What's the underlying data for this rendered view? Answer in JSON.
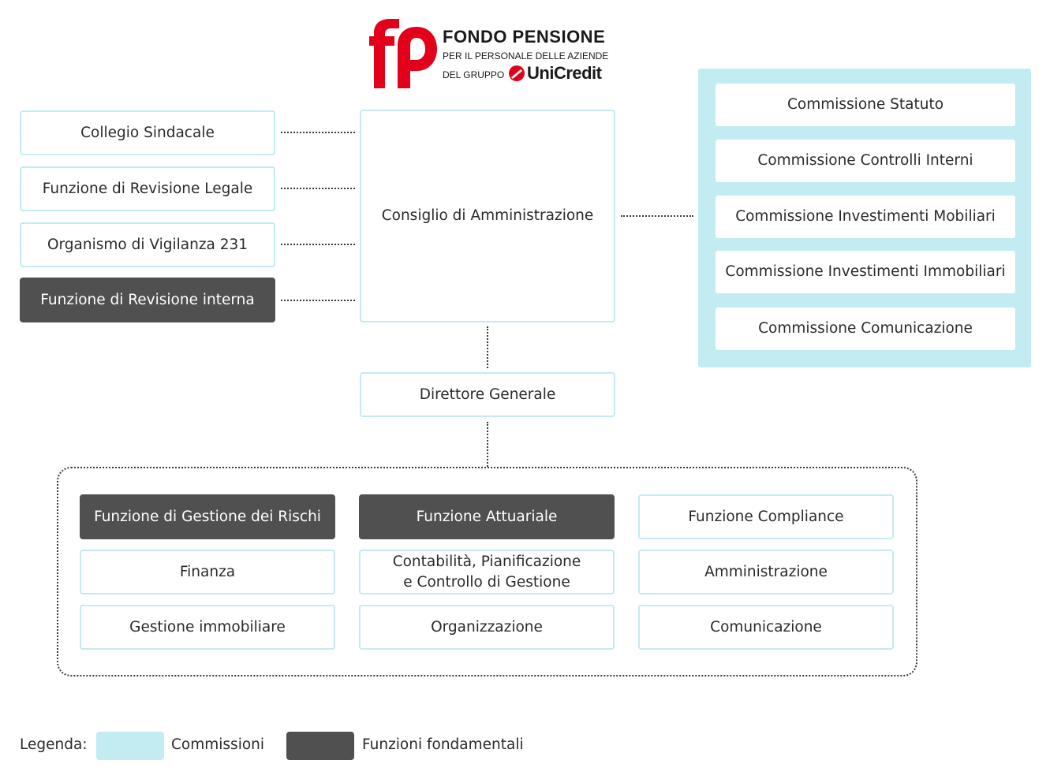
{
  "logo": {
    "title": "FONDO PENSIONE",
    "subtitle": "PER IL PERSONALE DELLE AZIENDE",
    "group_prefix": "DEL GRUPPO",
    "brand": "UniCredit",
    "colors": {
      "red": "#e2001a",
      "text": "#1a1a1a"
    }
  },
  "left_column": [
    {
      "label": "Collegio Sindacale",
      "style": "normal"
    },
    {
      "label": "Funzione di Revisione Legale",
      "style": "normal"
    },
    {
      "label": "Organismo di Vigilanza 231",
      "style": "normal"
    },
    {
      "label": "Funzione di Revisione interna",
      "style": "dark"
    }
  ],
  "board": {
    "label": "Consiglio di Amministrazione"
  },
  "director": {
    "label": "Direttore Generale"
  },
  "commissions": [
    {
      "label": "Commissione Statuto"
    },
    {
      "label": "Commissione Controlli Interni"
    },
    {
      "label": "Commissione Investimenti Mobiliari"
    },
    {
      "label": "Commissione Investimenti Immobiliari"
    },
    {
      "label": "Commissione Comunicazione"
    }
  ],
  "functions": {
    "row1": [
      {
        "label": "Funzione di Gestione dei Rischi",
        "style": "dark"
      },
      {
        "label": "Funzione Attuariale",
        "style": "dark"
      },
      {
        "label": "Funzione Compliance",
        "style": "normal"
      }
    ],
    "row2": [
      {
        "label": "Finanza"
      },
      {
        "label_line1": "Contabilità, Pianificazione",
        "label_line2": "e Controllo di Gestione"
      },
      {
        "label": "Amministrazione"
      }
    ],
    "row3": [
      {
        "label": "Gestione immobiliare"
      },
      {
        "label": "Organizzazione"
      },
      {
        "label": "Comunicazione"
      }
    ]
  },
  "legend": {
    "title": "Legenda:",
    "items": [
      {
        "label": "Commissioni",
        "color": "#c2ecf1"
      },
      {
        "label": "Funzioni fondamentali",
        "color": "#505050"
      }
    ]
  },
  "colors": {
    "commission_fill": "#c2ecf1",
    "box_border": "#c2ecf1",
    "key_function_fill": "#505050",
    "connector": "#3a3a3a"
  }
}
